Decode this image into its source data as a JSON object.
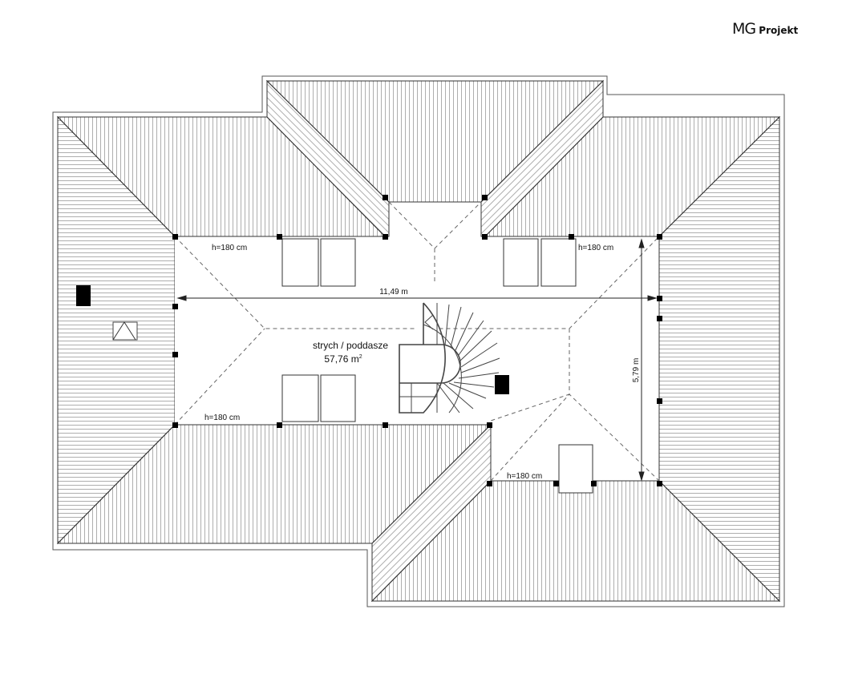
{
  "logo": {
    "mg": "MG",
    "projekt": "Projekt"
  },
  "room": {
    "name": "strych / poddasze",
    "area": "57,76 m",
    "area_sup": "2"
  },
  "dimensions": {
    "width": "11,49 m",
    "depth": "5,79 m"
  },
  "heights": [
    "h=180 cm",
    "h=180 cm",
    "h=180 cm",
    "h=180 cm"
  ]
}
